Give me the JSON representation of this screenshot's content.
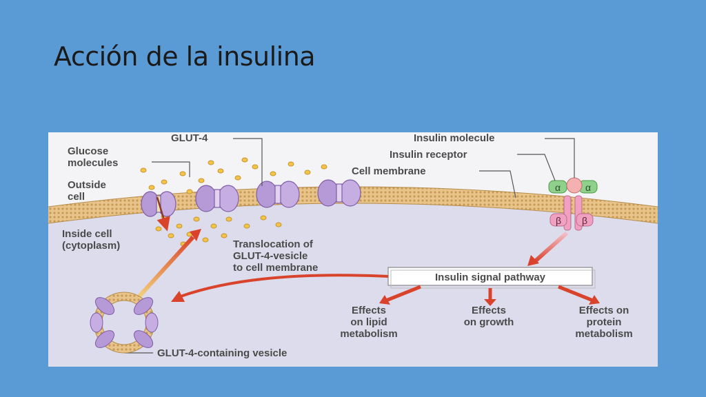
{
  "slide": {
    "title": "Acción de la insulina"
  },
  "diagram": {
    "labels": {
      "glut4": "GLUT-4",
      "glucose_1": "Glucose",
      "glucose_2": "molecules",
      "outside_1": "Outside",
      "outside_2": "cell",
      "inside_1": "Inside cell",
      "inside_2": "(cytoplasm)",
      "insulin_molecule": "Insulin molecule",
      "insulin_receptor": "Insulin receptor",
      "cell_membrane": "Cell membrane",
      "translocation_1": "Translocation of",
      "translocation_2": "GLUT-4-vesicle",
      "translocation_3": "to cell membrane",
      "signal_pathway": "Insulin signal pathway",
      "lipid_1": "Effects",
      "lipid_2": "on lipid",
      "lipid_3": "metabolism",
      "growth_1": "Effects",
      "growth_2": "on growth",
      "protein_1": "Effects on",
      "protein_2": "protein",
      "protein_3": "metabolism",
      "vesicle": "GLUT-4-containing vesicle",
      "alpha": "α",
      "beta": "β"
    },
    "colors": {
      "background": "#5b9bd5",
      "cytoplasm": "#dcdcef",
      "membrane": "#e9c68c",
      "glut4": "#b69ad8",
      "glucose": "#f0c04a",
      "receptor_alpha": "#8fd08a",
      "receptor_beta": "#f0a0c0",
      "arrow": "#d9432c"
    }
  }
}
